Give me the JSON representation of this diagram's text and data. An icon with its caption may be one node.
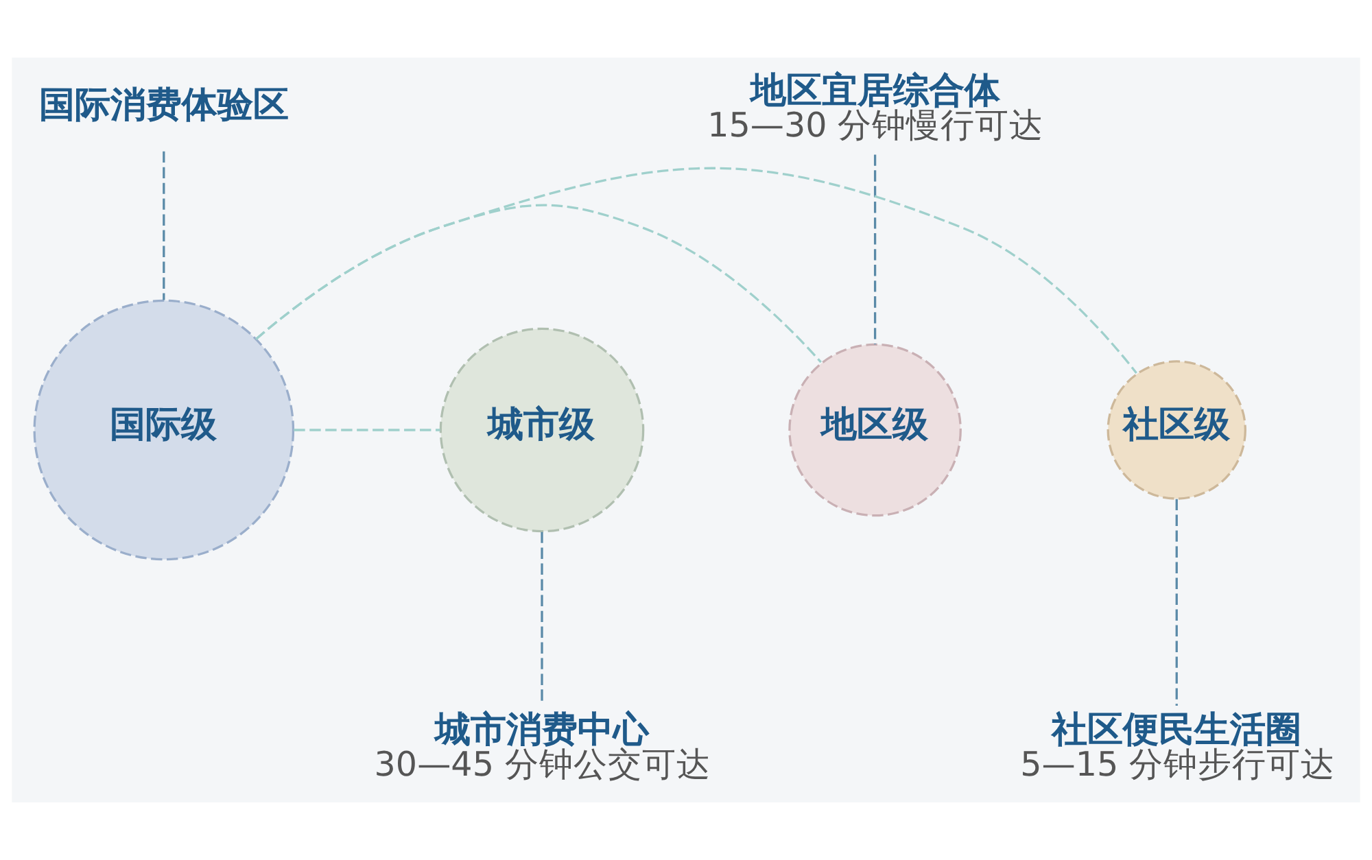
{
  "diagram": {
    "nodes": [
      {
        "text": [
          "国际消费体验区"
        ]
      },
      {
        "text": [
          "地区宜居综合体",
          "15—30 分钟慢行可达"
        ]
      },
      {
        "text": [
          "国际级"
        ]
      },
      {
        "text": [
          "城市级"
        ]
      },
      {
        "text": [
          "地区级"
        ]
      },
      {
        "text": [
          "社区级"
        ]
      },
      {
        "text": [
          "城市消费中心",
          "30—45 分钟公交可达"
        ]
      },
      {
        "text": [
          "社区便民生活圈",
          "5—15 分钟步行可达"
        ]
      }
    ],
    "edges": [
      {
        "from": 0,
        "to": 2,
        "arrow": "none",
        "style": "dashed"
      },
      {
        "from": 1,
        "to": 4,
        "arrow": "none",
        "style": "dashed"
      },
      {
        "from": 2,
        "to": 3,
        "arrow": "none",
        "style": "dashed",
        "color": "#9fd0cc"
      },
      {
        "from": 2,
        "to": 4,
        "arrow": "none",
        "style": "dashed",
        "color": "#9fd0cc"
      },
      {
        "from": 2,
        "to": 5,
        "arrow": "none",
        "style": "dashed",
        "color": "#9fd0cc"
      },
      {
        "from": 3,
        "to": 6,
        "arrow": "none",
        "style": "dashed"
      },
      {
        "from": 5,
        "to": 7,
        "arrow": "none",
        "style": "dashed"
      }
    ]
  }
}
